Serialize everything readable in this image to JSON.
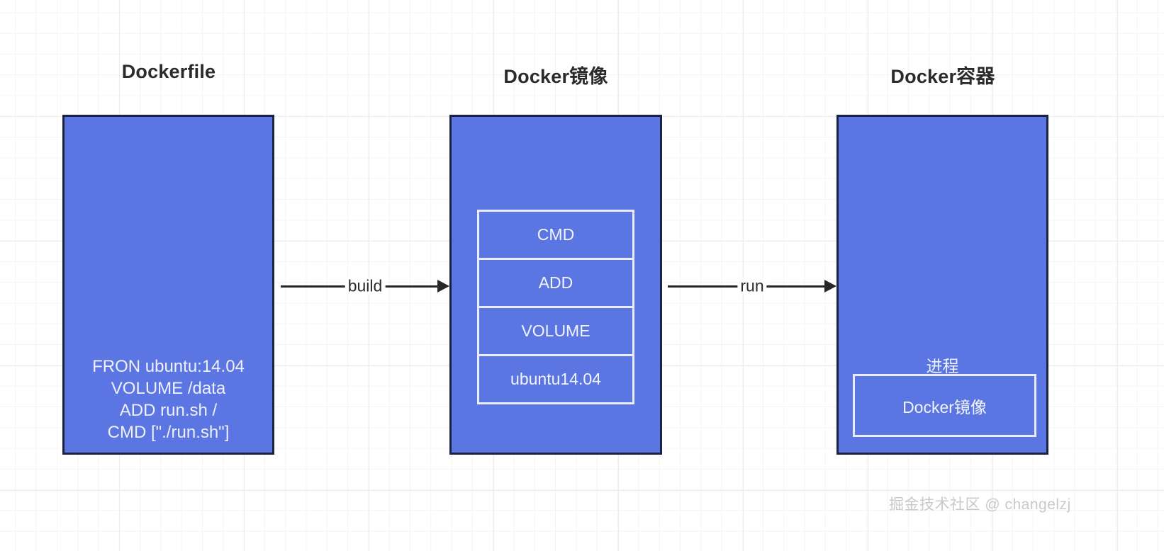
{
  "diagram": {
    "title": "Docker build and run flow",
    "background": {
      "grid": true,
      "minor_grid_color": "#f4f4f4",
      "major_grid_color": "#ececec",
      "page_color": "#ffffff"
    },
    "palette": {
      "box_fill": "#5b76e2",
      "box_border": "#1c2340",
      "inner_border": "#e9ecfb",
      "box_text": "#f2f4fd",
      "title_text": "#2b2b2b",
      "arrow_color": "#26262b",
      "watermark_color": "#c9c9c9"
    },
    "columns": [
      {
        "id": "dockerfile",
        "title": "Dockerfile"
      },
      {
        "id": "image",
        "title": "Docker镜像"
      },
      {
        "id": "container",
        "title": "Docker容器"
      }
    ],
    "dockerfile": {
      "lines": [
        "FRON ubuntu:14.04",
        "VOLUME /data",
        "ADD run.sh /",
        "CMD [\"./run.sh\"]"
      ]
    },
    "image": {
      "layers": [
        {
          "label": "CMD"
        },
        {
          "label": "ADD"
        },
        {
          "label": "VOLUME"
        },
        {
          "label": "ubuntu14.04"
        }
      ]
    },
    "container": {
      "process_label": "进程",
      "inner_box_label": "Docker镜像"
    },
    "arrows": [
      {
        "id": "build",
        "label": "build",
        "from": "dockerfile",
        "to": "image"
      },
      {
        "id": "run",
        "label": "run",
        "from": "image",
        "to": "container"
      }
    ],
    "watermark": "掘金技术社区 @ changelzj"
  }
}
